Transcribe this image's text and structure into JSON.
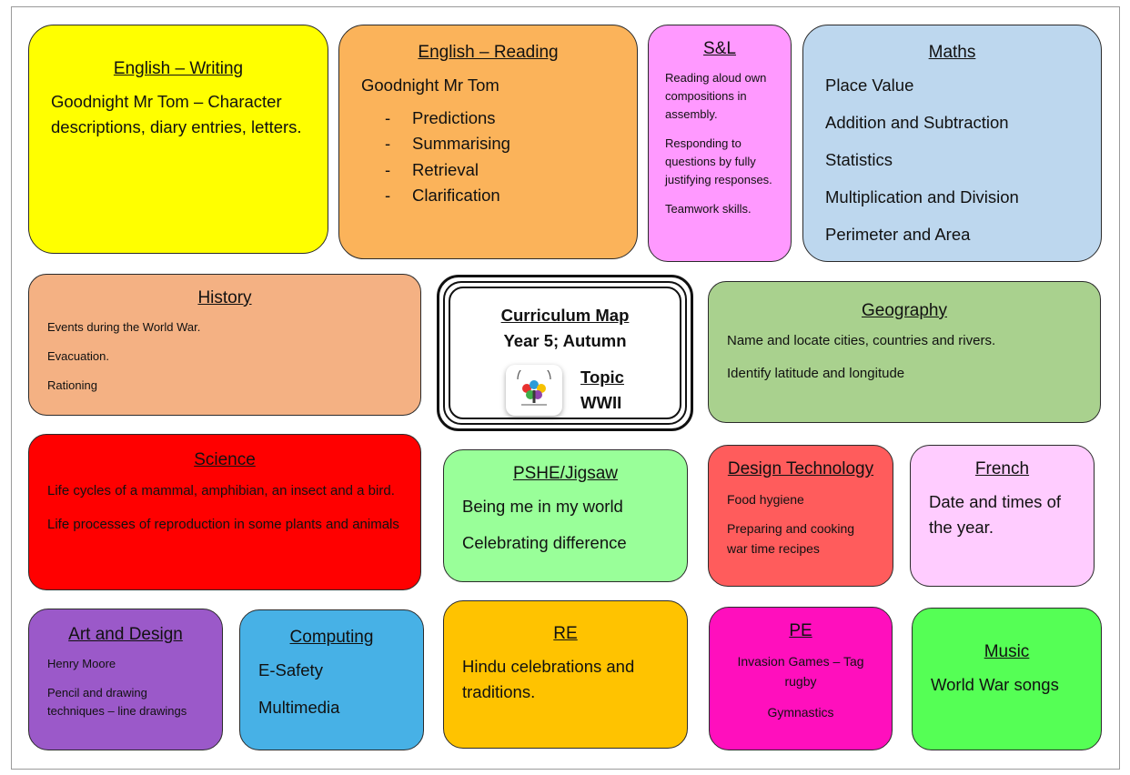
{
  "english_writing": {
    "title": "English – Writing",
    "text": "Goodnight Mr Tom – Character descriptions, diary entries, letters."
  },
  "english_reading": {
    "title": "English – Reading",
    "book": "Goodnight Mr Tom",
    "items": [
      "Predictions",
      "Summarising",
      "Retrieval",
      "Clarification"
    ]
  },
  "speaking_listening": {
    "title": "S&L",
    "items": [
      "Reading aloud own compositions in assembly.",
      "Responding to questions by fully justifying responses.",
      "Teamwork skills."
    ]
  },
  "maths": {
    "title": "Maths",
    "items": [
      "Place Value",
      "Addition and Subtraction",
      "Statistics",
      "Multiplication and Division",
      "Perimeter and Area"
    ]
  },
  "history": {
    "title": "History",
    "items": [
      "Events during the World War.",
      "Evacuation.",
      "Rationing"
    ]
  },
  "curriculum": {
    "title": "Curriculum Map",
    "year": "Year 5;  Autumn",
    "topic_label": "Topic",
    "topic": "WWII",
    "logo_icon": "school-logo-icon"
  },
  "geography": {
    "title": "Geography",
    "items": [
      "Name and locate cities, countries and rivers.",
      "Identify latitude and longitude"
    ]
  },
  "science": {
    "title": "Science",
    "items": [
      "Life cycles of a mammal, amphibian, an insect and a bird.",
      "Life processes of reproduction in some plants and animals"
    ]
  },
  "pshe": {
    "title": "PSHE/Jigsaw",
    "items": [
      "Being me in my world",
      "Celebrating difference"
    ]
  },
  "design_technology": {
    "title": "Design Technology",
    "items": [
      "Food hygiene",
      "Preparing and cooking war time recipes"
    ]
  },
  "french": {
    "title": "French",
    "text": "Date and times of the year."
  },
  "art": {
    "title": "Art and Design",
    "items": [
      "Henry Moore",
      "Pencil and drawing techniques – line drawings"
    ]
  },
  "computing": {
    "title": "Computing",
    "items": [
      "E-Safety",
      "Multimedia"
    ]
  },
  "re": {
    "title": "RE",
    "text": "Hindu celebrations and traditions."
  },
  "pe": {
    "title": "PE",
    "items": [
      "Invasion Games – Tag rugby",
      "Gymnastics"
    ]
  },
  "music": {
    "title": "Music",
    "text": "World War songs"
  },
  "colors": {
    "english_writing": "#ffff00",
    "english_reading": "#fbb35a",
    "speaking_listening": "#ff99ff",
    "maths": "#bdd7ee",
    "history": "#f4b183",
    "geography": "#a9d18e",
    "science": "#ff0000",
    "pshe": "#99ff99",
    "design_technology": "#ff5c5c",
    "french": "#ffccff",
    "art": "#9b59c9",
    "computing": "#47b1e6",
    "re": "#ffc300",
    "pe": "#ff0fbd",
    "music": "#55ff55"
  }
}
